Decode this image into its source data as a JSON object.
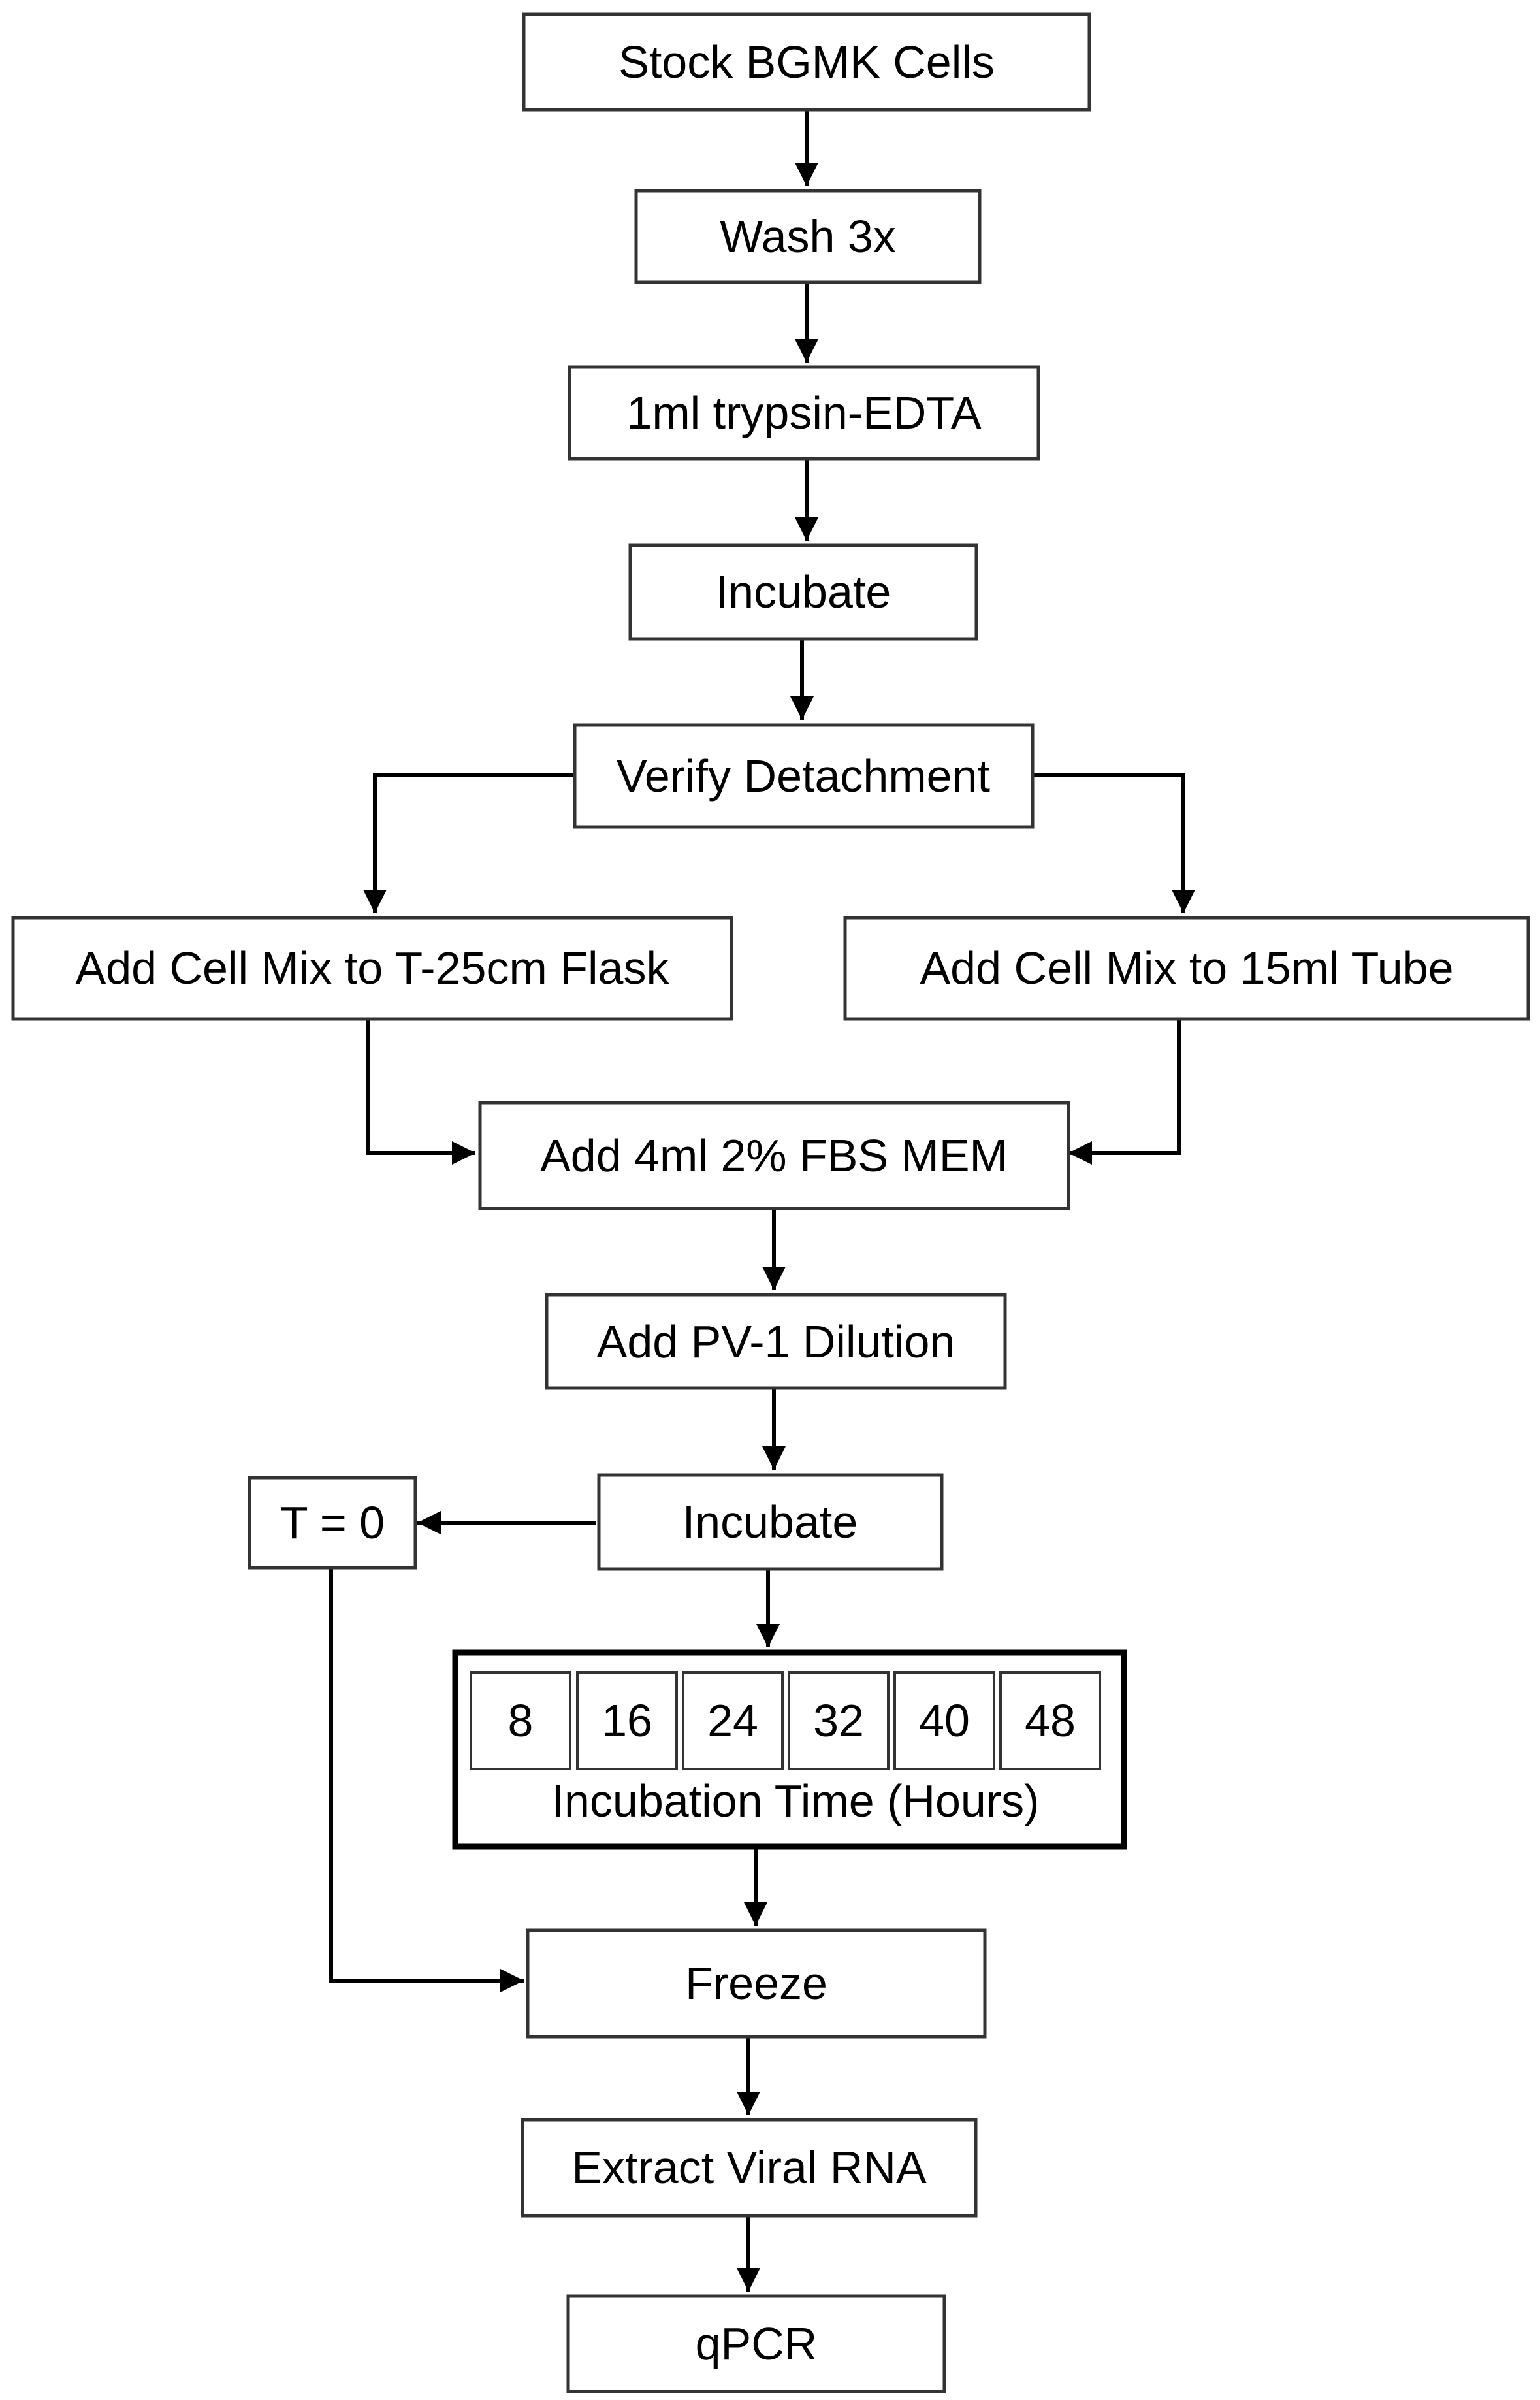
{
  "steps": {
    "stock": "Stock BGMK Cells",
    "wash": "Wash 3x",
    "trypsin": "1ml trypsin-EDTA",
    "incubate1": "Incubate",
    "verify": "Verify Detachment",
    "flask": "Add Cell Mix to T-25cm Flask",
    "tube": "Add Cell Mix to 15ml Tube",
    "mem": "Add 4ml 2% FBS MEM",
    "pv1": "Add PV-1 Dilution",
    "incubate2": "Incubate",
    "t0": "T = 0",
    "freeze": "Freeze",
    "extract": "Extract Viral RNA",
    "qpcr": "qPCR"
  },
  "incubation": {
    "hours": [
      "8",
      "16",
      "24",
      "32",
      "40",
      "48"
    ],
    "label": "Incubation Time (Hours)"
  },
  "colors": {
    "box_stroke": "#333333",
    "arrow": "#000000",
    "background": "#ffffff"
  }
}
